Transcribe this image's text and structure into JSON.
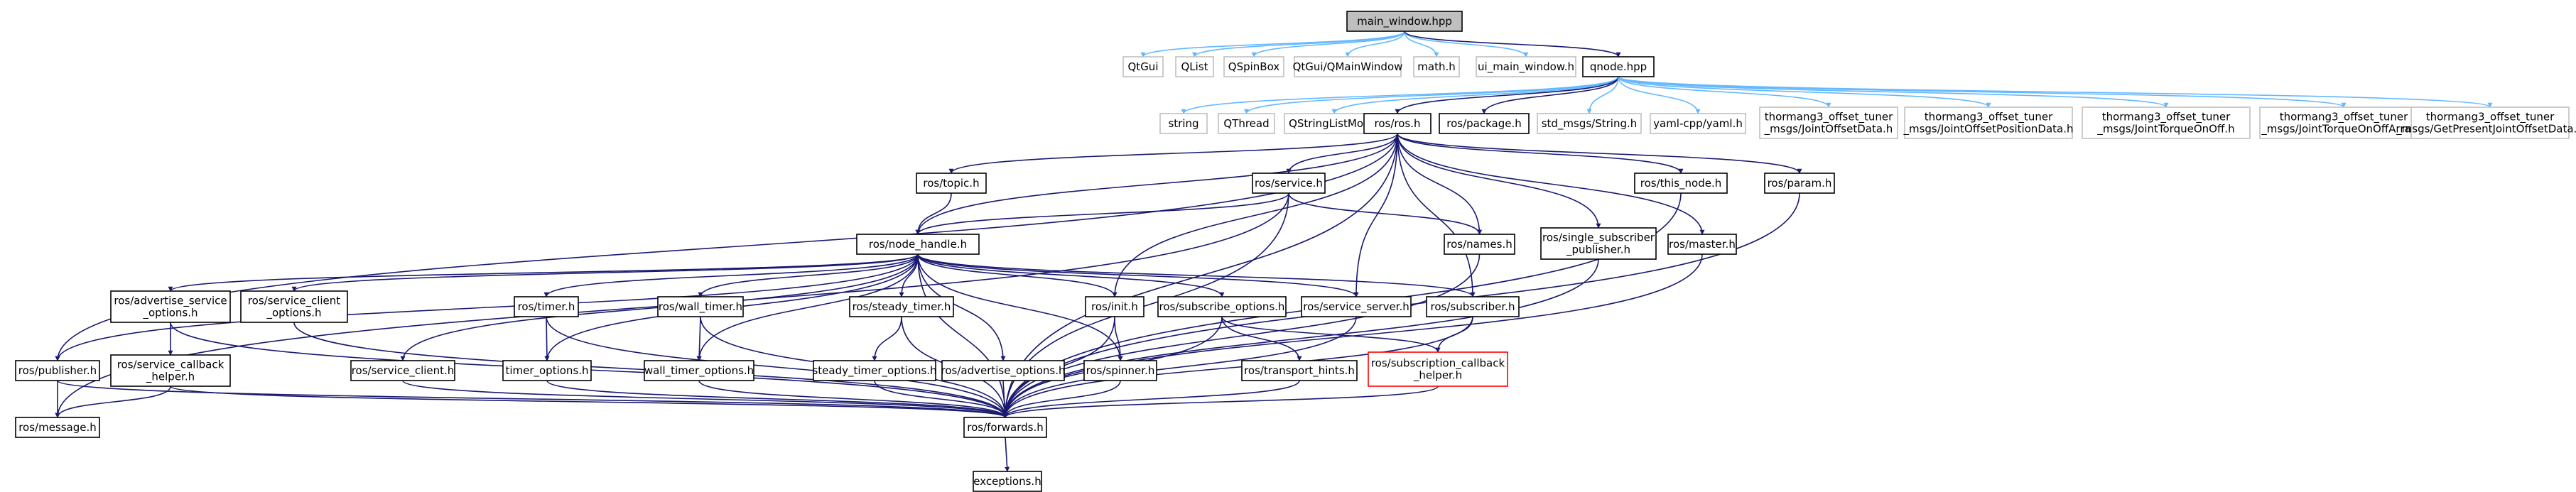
{
  "nodes": [
    {
      "id": "main_window",
      "lines": [
        "main_window.hpp"
      ],
      "style": "root"
    },
    {
      "id": "QtGui",
      "lines": [
        "QtGui"
      ],
      "style": "grey"
    },
    {
      "id": "QList",
      "lines": [
        "QList"
      ],
      "style": "grey"
    },
    {
      "id": "QSpinBox",
      "lines": [
        "QSpinBox"
      ],
      "style": "grey"
    },
    {
      "id": "QMainWindow",
      "lines": [
        "QtGui/QMainWindow"
      ],
      "style": "grey"
    },
    {
      "id": "math",
      "lines": [
        "math.h"
      ],
      "style": "grey"
    },
    {
      "id": "ui_main",
      "lines": [
        "ui_main_window.h"
      ],
      "style": "grey"
    },
    {
      "id": "qnode",
      "lines": [
        "qnode.hpp"
      ],
      "style": "normal"
    },
    {
      "id": "string",
      "lines": [
        "string"
      ],
      "style": "grey"
    },
    {
      "id": "QThread",
      "lines": [
        "QThread"
      ],
      "style": "grey"
    },
    {
      "id": "QStringListModel",
      "lines": [
        "QStringListModel"
      ],
      "style": "grey"
    },
    {
      "id": "ros_ros",
      "lines": [
        "ros/ros.h"
      ],
      "style": "normal"
    },
    {
      "id": "ros_package",
      "lines": [
        "ros/package.h"
      ],
      "style": "normal"
    },
    {
      "id": "std_msgs",
      "lines": [
        "std_msgs/String.h"
      ],
      "style": "grey"
    },
    {
      "id": "yaml",
      "lines": [
        "yaml-cpp/yaml.h"
      ],
      "style": "grey"
    },
    {
      "id": "t1",
      "lines": [
        "thormang3_offset_tuner",
        "_msgs/JointOffsetData.h"
      ],
      "style": "grey"
    },
    {
      "id": "t2",
      "lines": [
        "thormang3_offset_tuner",
        "_msgs/JointOffsetPositionData.h"
      ],
      "style": "grey"
    },
    {
      "id": "t3",
      "lines": [
        "thormang3_offset_tuner",
        "_msgs/JointTorqueOnOff.h"
      ],
      "style": "grey"
    },
    {
      "id": "t4",
      "lines": [
        "thormang3_offset_tuner",
        "_msgs/JointTorqueOnOffArray.h"
      ],
      "style": "grey"
    },
    {
      "id": "t5",
      "lines": [
        "thormang3_offset_tuner",
        "_msgs/GetPresentJointOffsetData.h"
      ],
      "style": "grey"
    },
    {
      "id": "topic",
      "lines": [
        "ros/topic.h"
      ],
      "style": "normal"
    },
    {
      "id": "service",
      "lines": [
        "ros/service.h"
      ],
      "style": "normal"
    },
    {
      "id": "this_node",
      "lines": [
        "ros/this_node.h"
      ],
      "style": "normal"
    },
    {
      "id": "param",
      "lines": [
        "ros/param.h"
      ],
      "style": "normal"
    },
    {
      "id": "node_handle",
      "lines": [
        "ros/node_handle.h"
      ],
      "style": "normal"
    },
    {
      "id": "names",
      "lines": [
        "ros/names.h"
      ],
      "style": "normal"
    },
    {
      "id": "single_sub",
      "lines": [
        "ros/single_subscriber",
        "_publisher.h"
      ],
      "style": "normal"
    },
    {
      "id": "master",
      "lines": [
        "ros/master.h"
      ],
      "style": "normal"
    },
    {
      "id": "adv_srv_opt",
      "lines": [
        "ros/advertise_service",
        "_options.h"
      ],
      "style": "normal"
    },
    {
      "id": "srv_client_opt",
      "lines": [
        "ros/service_client",
        "_options.h"
      ],
      "style": "normal"
    },
    {
      "id": "timer",
      "lines": [
        "ros/timer.h"
      ],
      "style": "normal"
    },
    {
      "id": "wall_timer",
      "lines": [
        "ros/wall_timer.h"
      ],
      "style": "normal"
    },
    {
      "id": "steady_timer",
      "lines": [
        "ros/steady_timer.h"
      ],
      "style": "normal"
    },
    {
      "id": "init",
      "lines": [
        "ros/init.h"
      ],
      "style": "normal"
    },
    {
      "id": "sub_opt",
      "lines": [
        "ros/subscribe_options.h"
      ],
      "style": "normal"
    },
    {
      "id": "srv_server",
      "lines": [
        "ros/service_server.h"
      ],
      "style": "normal"
    },
    {
      "id": "subscriber",
      "lines": [
        "ros/subscriber.h"
      ],
      "style": "normal"
    },
    {
      "id": "publisher",
      "lines": [
        "ros/publisher.h"
      ],
      "style": "normal"
    },
    {
      "id": "srv_cb_helper",
      "lines": [
        "ros/service_callback",
        "_helper.h"
      ],
      "style": "normal"
    },
    {
      "id": "srv_client",
      "lines": [
        "ros/service_client.h"
      ],
      "style": "normal"
    },
    {
      "id": "timer_opt",
      "lines": [
        "timer_options.h"
      ],
      "style": "normal"
    },
    {
      "id": "wall_timer_opt",
      "lines": [
        "wall_timer_options.h"
      ],
      "style": "normal"
    },
    {
      "id": "steady_timer_opt",
      "lines": [
        "steady_timer_options.h"
      ],
      "style": "normal"
    },
    {
      "id": "adv_opt",
      "lines": [
        "ros/advertise_options.h"
      ],
      "style": "normal"
    },
    {
      "id": "spinner",
      "lines": [
        "ros/spinner.h"
      ],
      "style": "normal"
    },
    {
      "id": "transport_hints",
      "lines": [
        "ros/transport_hints.h"
      ],
      "style": "normal"
    },
    {
      "id": "subscr_cb_helper",
      "lines": [
        "ros/subscription_callback",
        "_helper.h"
      ],
      "style": "red"
    },
    {
      "id": "message",
      "lines": [
        "ros/message.h"
      ],
      "style": "normal"
    },
    {
      "id": "forwards",
      "lines": [
        "ros/forwards.h"
      ],
      "style": "normal"
    },
    {
      "id": "exceptions",
      "lines": [
        "exceptions.h"
      ],
      "style": "normal"
    }
  ],
  "edges": [
    [
      "main_window",
      "QtGui"
    ],
    [
      "main_window",
      "QList"
    ],
    [
      "main_window",
      "QSpinBox"
    ],
    [
      "main_window",
      "QMainWindow"
    ],
    [
      "main_window",
      "math"
    ],
    [
      "main_window",
      "ui_main"
    ],
    [
      "main_window",
      "qnode"
    ],
    [
      "qnode",
      "string"
    ],
    [
      "qnode",
      "QThread"
    ],
    [
      "qnode",
      "QStringListModel"
    ],
    [
      "qnode",
      "ros_ros"
    ],
    [
      "qnode",
      "ros_package"
    ],
    [
      "qnode",
      "std_msgs"
    ],
    [
      "qnode",
      "yaml"
    ],
    [
      "qnode",
      "t1"
    ],
    [
      "qnode",
      "t2"
    ],
    [
      "qnode",
      "t3"
    ],
    [
      "qnode",
      "t4"
    ],
    [
      "qnode",
      "t5"
    ],
    [
      "ros_ros",
      "topic"
    ],
    [
      "ros_ros",
      "service"
    ],
    [
      "ros_ros",
      "this_node"
    ],
    [
      "ros_ros",
      "param"
    ],
    [
      "ros_ros",
      "node_handle"
    ],
    [
      "ros_ros",
      "names"
    ],
    [
      "ros_ros",
      "single_sub"
    ],
    [
      "ros_ros",
      "master"
    ],
    [
      "ros_ros",
      "init"
    ],
    [
      "ros_ros",
      "srv_server"
    ],
    [
      "ros_ros",
      "subscriber"
    ],
    [
      "ros_ros",
      "publisher"
    ],
    [
      "ros_ros",
      "forwards"
    ],
    [
      "topic",
      "node_handle"
    ],
    [
      "service",
      "node_handle"
    ],
    [
      "service",
      "names"
    ],
    [
      "service",
      "message"
    ],
    [
      "service",
      "forwards"
    ],
    [
      "node_handle",
      "adv_srv_opt"
    ],
    [
      "node_handle",
      "srv_client_opt"
    ],
    [
      "node_handle",
      "timer"
    ],
    [
      "node_handle",
      "wall_timer"
    ],
    [
      "node_handle",
      "steady_timer"
    ],
    [
      "node_handle",
      "init"
    ],
    [
      "node_handle",
      "sub_opt"
    ],
    [
      "node_handle",
      "srv_server"
    ],
    [
      "node_handle",
      "subscriber"
    ],
    [
      "node_handle",
      "publisher"
    ],
    [
      "node_handle",
      "srv_client"
    ],
    [
      "node_handle",
      "timer_opt"
    ],
    [
      "node_handle",
      "wall_timer_opt"
    ],
    [
      "node_handle",
      "adv_opt"
    ],
    [
      "node_handle",
      "spinner"
    ],
    [
      "node_handle",
      "forwards"
    ],
    [
      "adv_srv_opt",
      "srv_cb_helper"
    ],
    [
      "adv_srv_opt",
      "forwards"
    ],
    [
      "srv_client_opt",
      "forwards"
    ],
    [
      "timer",
      "timer_opt"
    ],
    [
      "timer",
      "forwards"
    ],
    [
      "wall_timer",
      "wall_timer_opt"
    ],
    [
      "wall_timer",
      "forwards"
    ],
    [
      "steady_timer",
      "steady_timer_opt"
    ],
    [
      "steady_timer",
      "forwards"
    ],
    [
      "init",
      "spinner"
    ],
    [
      "init",
      "forwards"
    ],
    [
      "sub_opt",
      "transport_hints"
    ],
    [
      "sub_opt",
      "subscr_cb_helper"
    ],
    [
      "sub_opt",
      "forwards"
    ],
    [
      "srv_server",
      "forwards"
    ],
    [
      "subscriber",
      "subscr_cb_helper"
    ],
    [
      "subscriber",
      "forwards"
    ],
    [
      "publisher",
      "message"
    ],
    [
      "publisher",
      "forwards"
    ],
    [
      "srv_cb_helper",
      "message"
    ],
    [
      "srv_cb_helper",
      "forwards"
    ],
    [
      "srv_client",
      "forwards"
    ],
    [
      "timer_opt",
      "forwards"
    ],
    [
      "wall_timer_opt",
      "forwards"
    ],
    [
      "steady_timer_opt",
      "forwards"
    ],
    [
      "adv_opt",
      "forwards"
    ],
    [
      "spinner",
      "forwards"
    ],
    [
      "transport_hints",
      "forwards"
    ],
    [
      "subscr_cb_helper",
      "forwards"
    ],
    [
      "names",
      "forwards"
    ],
    [
      "single_sub",
      "forwards"
    ],
    [
      "master",
      "forwards"
    ],
    [
      "this_node",
      "forwards"
    ],
    [
      "param",
      "forwards"
    ],
    [
      "forwards",
      "exceptions"
    ]
  ]
}
